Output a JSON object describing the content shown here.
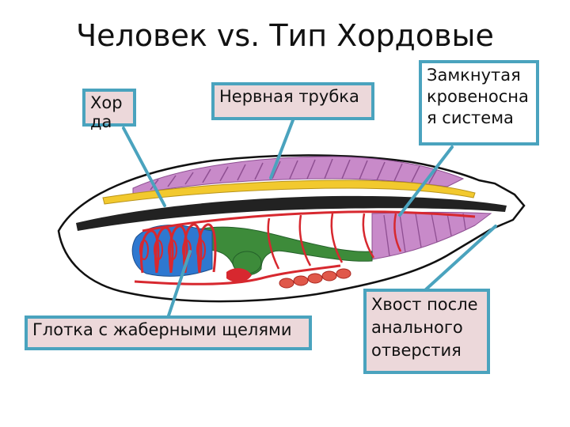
{
  "title": "Человек vs. Тип Хордовые",
  "labels": {
    "chord": "Хорда",
    "neural_tube": "Нервная трубка",
    "circulatory": "Замкнутая кровеносная система",
    "pharynx": "Глотка с жаберными щелями",
    "tail": "Хвост после анального отверстия"
  },
  "colors": {
    "label_fill": "#ecd8da",
    "label_border": "#4aa3be",
    "pointer_line": "#4aa3be",
    "neural_tube": "#f2c92e",
    "notochord": "#222222",
    "muscle": "#c88ac9",
    "blood_vessels": "#d7282f",
    "gut": "#3d8b3a",
    "pharynx": "#2e78d0"
  }
}
